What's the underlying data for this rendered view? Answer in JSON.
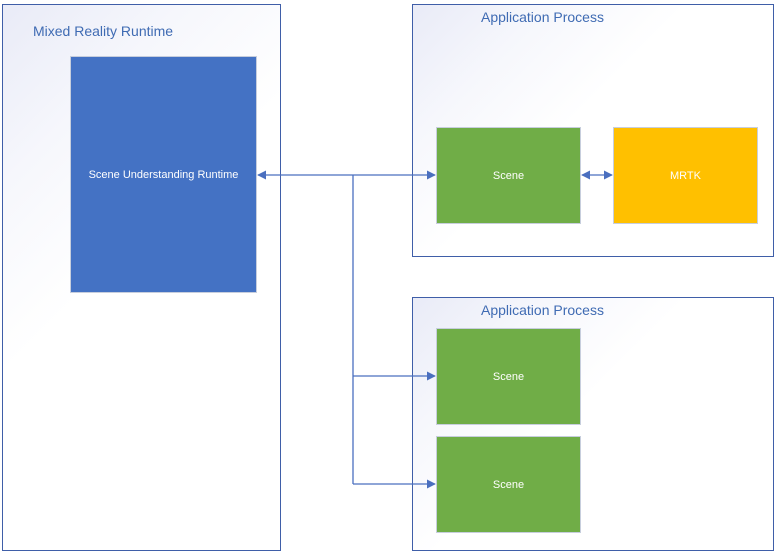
{
  "runtime_container": {
    "title": "Mixed Reality Runtime",
    "component": "Scene Understanding Runtime"
  },
  "app_process_top": {
    "title": "Application Process",
    "scene": "Scene",
    "toolkit": "MRTK"
  },
  "app_process_bottom": {
    "title": "Application Process",
    "scenes": [
      "Scene",
      "Scene"
    ]
  },
  "colors": {
    "container_border": "#3f5ea8",
    "title_text": "#3f6bb3",
    "runtime_box": "#4472c4",
    "scene_box": "#70ad47",
    "mrtk_box": "#ffc000",
    "connector": "#4a6fbf"
  }
}
